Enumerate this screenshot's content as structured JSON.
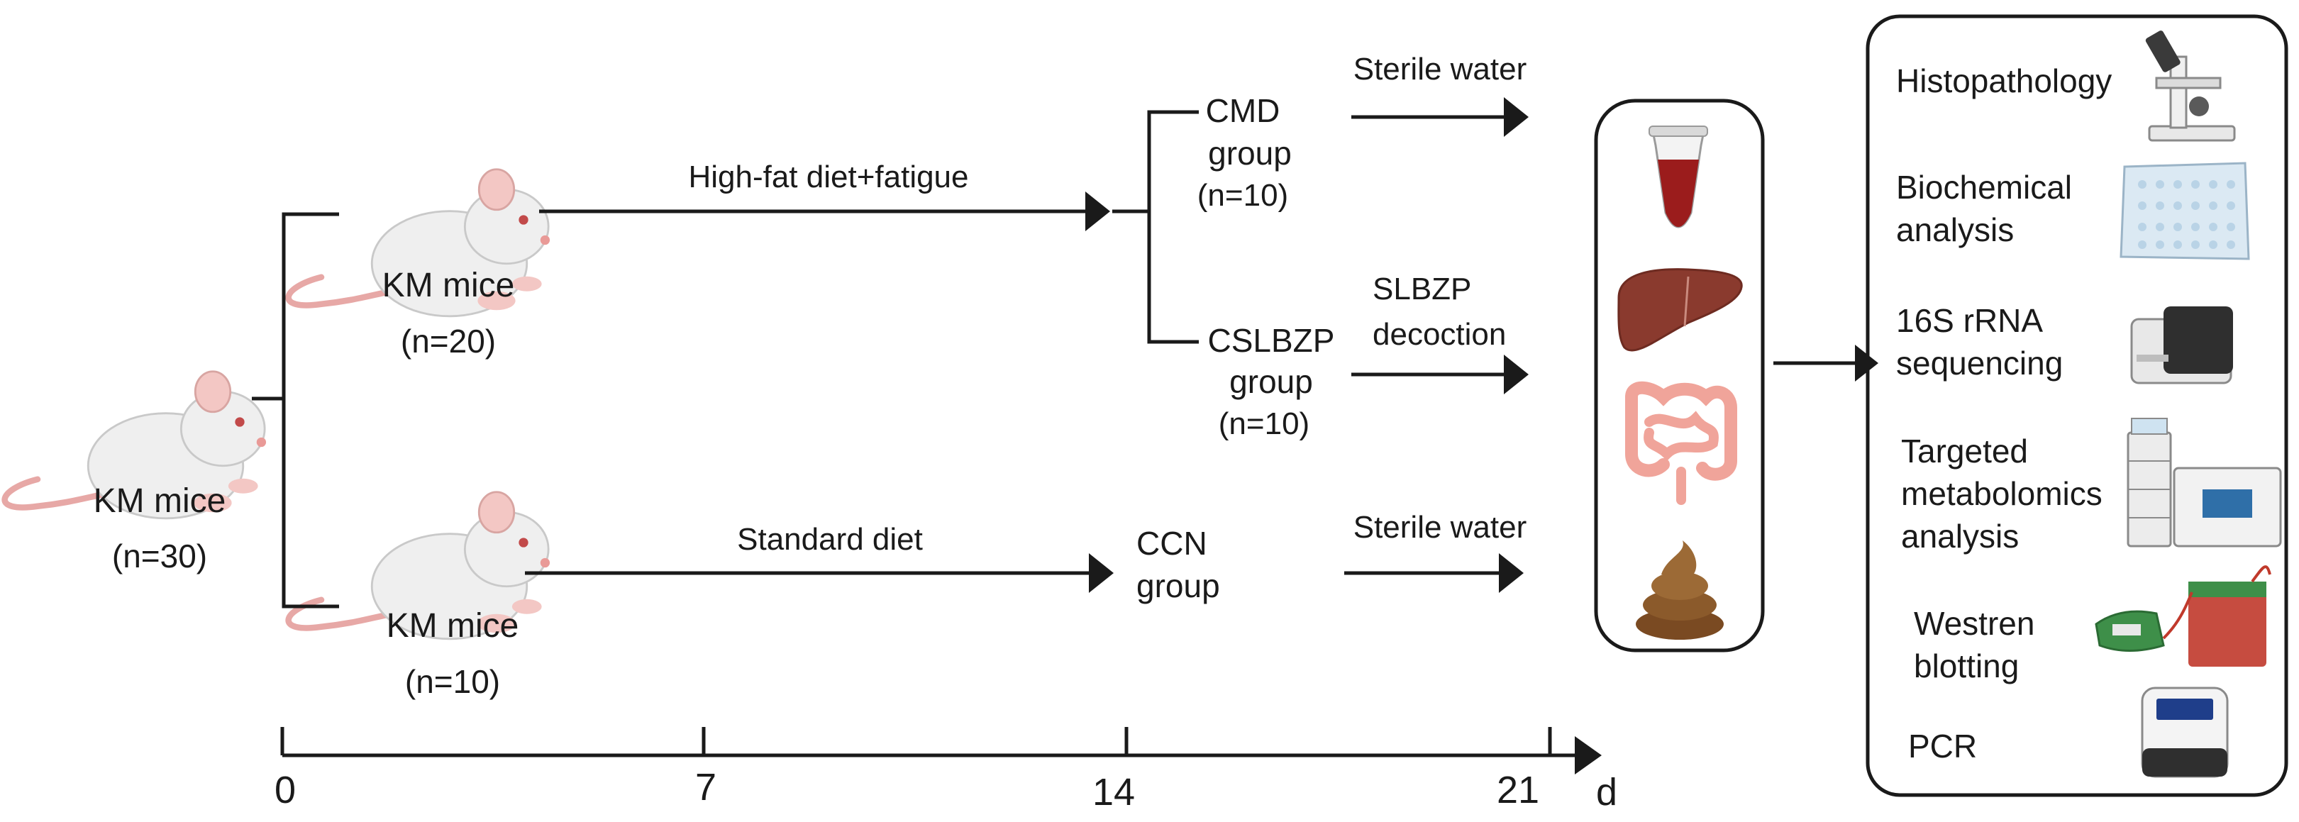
{
  "mice": {
    "start": {
      "label": "KM mice",
      "count": "(n=30)"
    },
    "model": {
      "label": "KM mice",
      "count": "(n=20)"
    },
    "control": {
      "label": "KM mice",
      "count": "(n=10)"
    }
  },
  "treatments": {
    "model_diet": "High-fat diet+fatigue",
    "standard_diet": "Standard diet",
    "cmd_treatment": "Sterile water",
    "cslbzp_treatment_line1": "SLBZP",
    "cslbzp_treatment_line2": "decoction",
    "ccn_treatment": "Sterile water"
  },
  "groups": {
    "cmd": {
      "line1": "CMD",
      "line2": "group",
      "count": "(n=10)"
    },
    "cslbzp": {
      "line1": "CSLBZP",
      "line2": "group",
      "count": "(n=10)"
    },
    "ccn": {
      "line1": "CCN",
      "line2": "group"
    }
  },
  "timeline": {
    "ticks": [
      "0",
      "7",
      "14",
      "21"
    ],
    "unit": "d"
  },
  "samples": [
    "blood-tube-icon",
    "liver-icon",
    "intestine-icon",
    "feces-icon"
  ],
  "analyses": {
    "histopathology": "Histopathology",
    "biochem_line1": "Biochemical",
    "biochem_line2": "analysis",
    "rrna_line1": "16S rRNA",
    "rrna_line2": "sequencing",
    "metab_line1": "Targeted",
    "metab_line2": "metabolomics",
    "metab_line3": "analysis",
    "western_line1": "Westren",
    "western_line2": "blotting",
    "pcr": "PCR"
  },
  "colors": {
    "line": "#1a1a1a",
    "mouse_body": "#efefef",
    "mouse_ear": "#f3c7c4",
    "mouse_tail": "#e7a8a6",
    "blood": "#9b1c1c",
    "liver": "#8a3a2e",
    "intestine": "#f0a49a",
    "feces": "#8b5a2b"
  }
}
